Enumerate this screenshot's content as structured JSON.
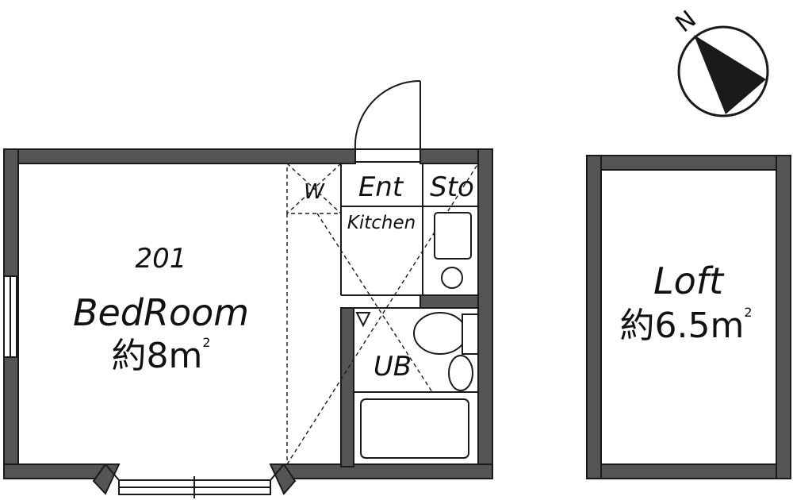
{
  "compass": {
    "north_label": "N"
  },
  "bedroom": {
    "number": "201",
    "name": "BedRoom",
    "area": "約8m",
    "area_sup": "2"
  },
  "closet": {
    "label": "W"
  },
  "entrance": {
    "label": "Ent"
  },
  "storage": {
    "label": "Sto"
  },
  "kitchen": {
    "label": "Kitchen"
  },
  "bath": {
    "label": "UB"
  },
  "loft": {
    "name": "Loft",
    "area": "約6.5m",
    "area_sup": "2"
  },
  "colors": {
    "wall": "#555555",
    "line": "#1a1a1a",
    "background": "#ffffff"
  }
}
